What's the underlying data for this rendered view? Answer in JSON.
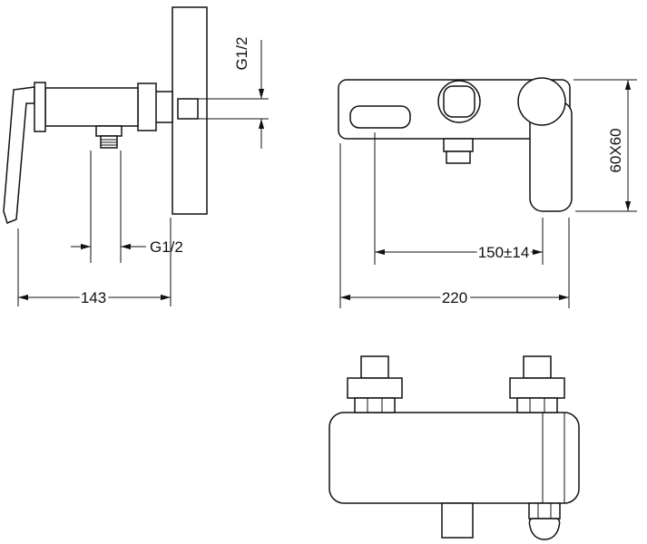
{
  "drawing": {
    "type": "faucet-installation-dimension-drawing",
    "background": "#ffffff",
    "line_color": "#111111",
    "dims": {
      "side_inlet_thread": "G1/2",
      "side_outlet_thread": "G1/2",
      "side_depth": "143",
      "front_hole_spacing": "150±14",
      "front_width": "220",
      "front_profile": "60X60"
    }
  }
}
